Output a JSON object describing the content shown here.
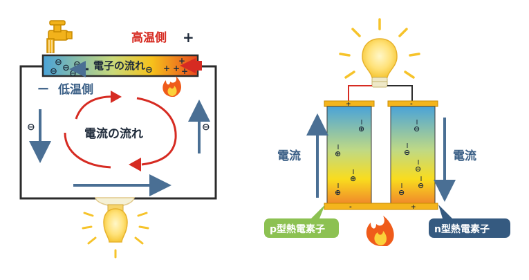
{
  "left": {
    "hot_side": "高温側",
    "plus_sign": "+",
    "minus_sign": "ー",
    "cold_side": "低温側",
    "electron_flow": "電子の流れ",
    "current_flow": "電流の流れ",
    "electron_symbol": "⊖",
    "hole_symbol": "+"
  },
  "right": {
    "current_left": "電流",
    "current_right": "電流",
    "p_label": "p型熱電素子",
    "n_label": "n型熱電素子",
    "plus_sign": "+",
    "minus_sign": "-",
    "hole_symbol": "⊕",
    "electron_symbol": "⊖"
  },
  "colors": {
    "hot_red": "#d62b22",
    "cold_blue": "#3a5f86",
    "wire": "#2b2b2b",
    "arrow_blue": "#4a6f94",
    "gold": "#e0a500",
    "p_green": "#8cc152",
    "n_navy": "#355a80"
  }
}
